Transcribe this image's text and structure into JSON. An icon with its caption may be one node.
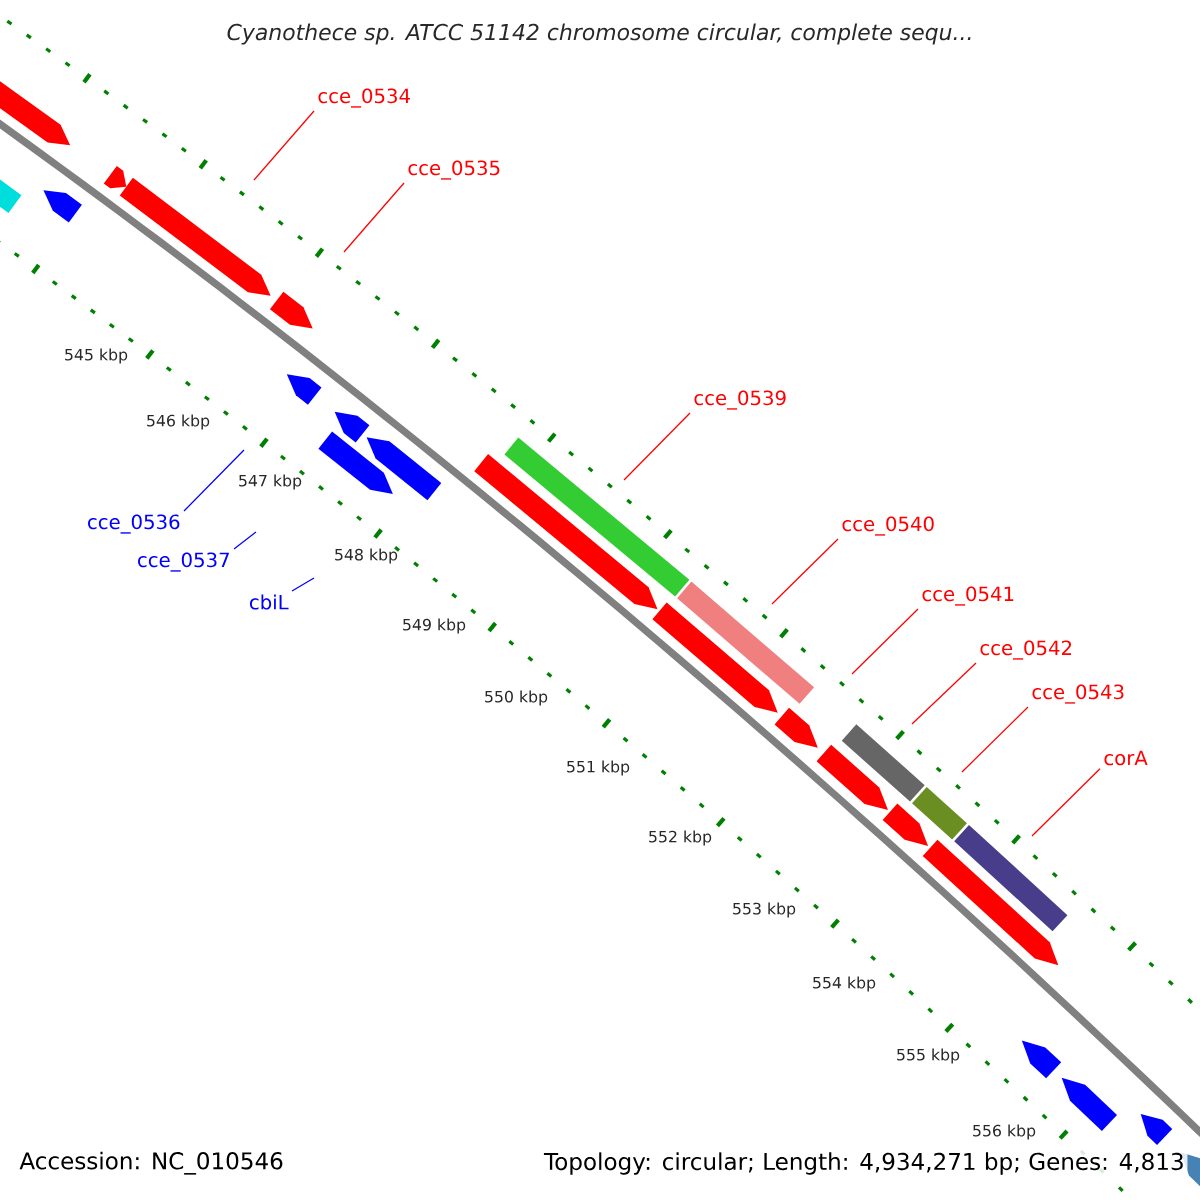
{
  "diagram": {
    "title": "Cyanothece sp. ATCC 51142 chromosome circular, complete sequ...",
    "nodes": [
      {
        "text": [
          "cce_0534"
        ]
      },
      {
        "text": [
          "cce_0535"
        ]
      },
      {
        "text": [
          "cce_0539"
        ]
      },
      {
        "text": [
          "cce_0536"
        ]
      },
      {
        "text": [
          "cce_0540"
        ]
      },
      {
        "text": [
          "cce_0537"
        ]
      },
      {
        "text": [
          "cce_0541"
        ]
      },
      {
        "text": [
          "cbiL"
        ]
      },
      {
        "text": [
          "cce_0542"
        ]
      },
      {
        "text": [
          "cce_0543"
        ]
      },
      {
        "text": [
          "corA"
        ]
      }
    ],
    "edges": [
      {
        "from": 0,
        "to": null,
        "arrow": "none"
      },
      {
        "from": 1,
        "to": null,
        "arrow": "none"
      },
      {
        "from": 2,
        "to": null,
        "arrow": "none"
      },
      {
        "from": 3,
        "to": null,
        "arrow": "none",
        "color": "#0000ff"
      },
      {
        "from": 4,
        "to": null,
        "arrow": "none"
      },
      {
        "from": 5,
        "to": null,
        "arrow": "none",
        "color": "#0000ff"
      },
      {
        "from": 6,
        "to": null,
        "arrow": "none"
      },
      {
        "from": 7,
        "to": null,
        "arrow": "none",
        "color": "#0000ff"
      },
      {
        "from": 8,
        "to": null,
        "arrow": "none"
      },
      {
        "from": 9,
        "to": null,
        "arrow": "none"
      },
      {
        "from": 10,
        "to": null,
        "arrow": "none"
      }
    ],
    "labels": [
      "545 kbp",
      "546 kbp",
      "547 kbp",
      "548 kbp",
      "549 kbp",
      "550 kbp",
      "551 kbp",
      "552 kbp",
      "553 kbp",
      "554 kbp",
      "555 kbp",
      "556 kbp",
      "Accession: NC_010546",
      "Topology: circular; Length: 4,934,271 bp; Genes: 4,813"
    ]
  }
}
